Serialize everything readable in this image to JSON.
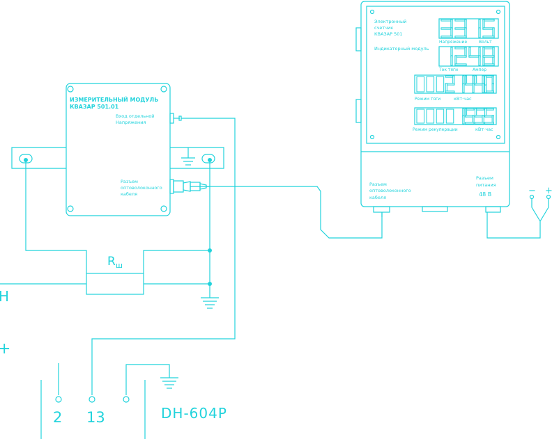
{
  "colors": {
    "line": "#22d3dc",
    "background": "#ffffff"
  },
  "module": {
    "title_line1": "ИЗМЕРИТЕЛЬНЫЙ МОДУЛЬ",
    "title_line2": "КВАЗАР 501.01",
    "input_line1": "Вход отдельной",
    "input_line2": "Напряжения",
    "connector_line1": "Разъем",
    "connector_line2": "оптоволоконного",
    "connector_line3": "кабеля"
  },
  "shunt_label": "R",
  "shunt_subscript": "ш",
  "left_label_h": "H",
  "left_label_plus": "+",
  "counter": {
    "name_line1": "Электронный",
    "name_line2": "счетчик",
    "name_line3": "КВАЗАР 501",
    "display1_value": "3315",
    "display1_unit_left": "Напряжение",
    "display1_unit_right": "Вольт",
    "indicator_label": "Индикаторный модуль",
    "display2_value": "1248",
    "display2_unit_left": "Ток тяги",
    "display2_unit_right": "Ампер",
    "display3_value": "21440",
    "display3_label": "Режим тяги",
    "display3_unit": "кВт·час",
    "display4_value": "1555",
    "display4_label": "Режим рекуперации",
    "display4_unit": "кВт·час",
    "bottom_left_line1": "Разъем",
    "bottom_left_line2": "оптоволоконного",
    "bottom_left_line3": "кабеля",
    "bottom_right_line1": "Разъем",
    "bottom_right_line2": "питания",
    "bottom_right_line3": "48 В"
  },
  "power_minus": "−",
  "power_plus": "+",
  "device": {
    "pin_2": "2",
    "pin_13": "13",
    "name": "DH-604P"
  }
}
